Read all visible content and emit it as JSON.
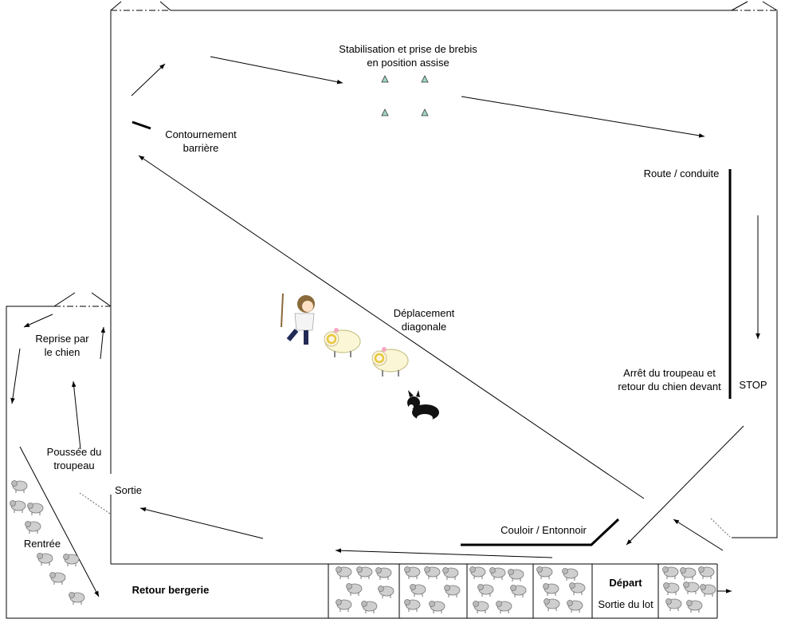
{
  "labels": {
    "stabilisation": "Stabilisation et prise de brebis",
    "stabilisation2": "en position assise",
    "contournement": "Contournement",
    "contournement2": "barrière",
    "route": "Route / conduite",
    "deplacement": "Déplacement",
    "deplacement2": "diagonale",
    "arret": "Arrêt du troupeau et",
    "arret2": "retour du chien devant",
    "stop": "STOP",
    "reprise": "Reprise par",
    "reprise2": "le chien",
    "poussee": "Poussée du",
    "poussee2": "troupeau",
    "sortie": "Sortie",
    "rentree": "Rentrée",
    "couloir": "Couloir / Entonnoir",
    "retour_bergerie": "Retour bergerie",
    "depart": "Départ",
    "sortie_lot": "Sortie du lot"
  },
  "icons": {
    "cone": "triangle-cone-icon",
    "sheep": "sheep-icon",
    "ram": "ram-icon",
    "dog": "border-collie-icon",
    "shepherd": "shepherd-icon"
  },
  "colors": {
    "line": "#000000",
    "cone_fill": "#9fd6c8",
    "sheep": "#bfbfbf",
    "ram_wool": "#fbf7d6",
    "ram_horn": "#e5c83c"
  }
}
